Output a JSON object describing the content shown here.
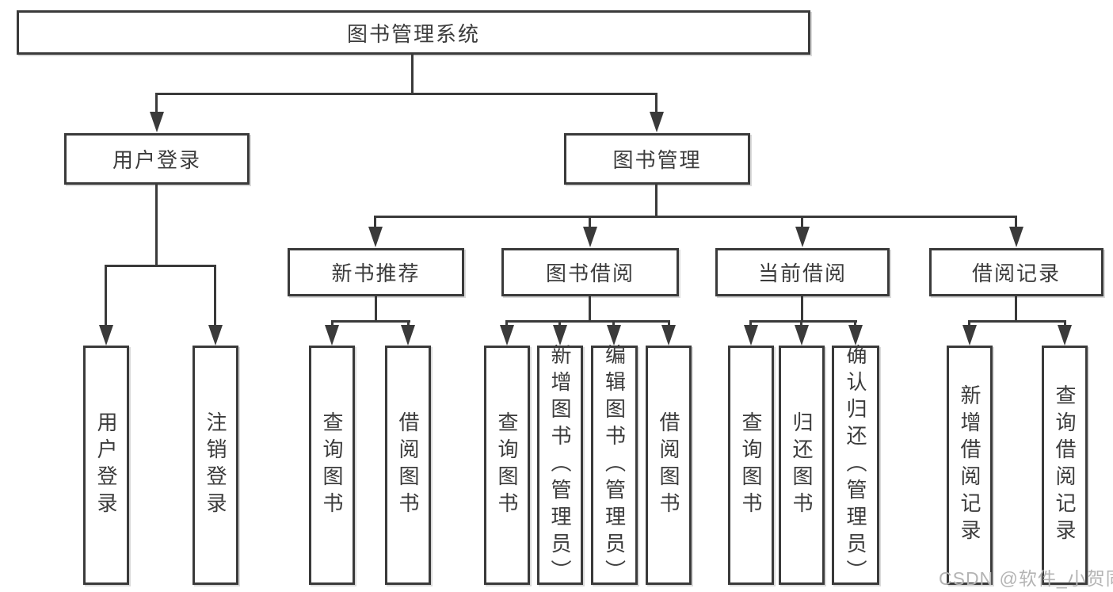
{
  "nodes": {
    "root": "图书管理系统",
    "user_login": "用户登录",
    "book_mgmt": "图书管理",
    "new_book_rec": "新书推荐",
    "book_borrow": "图书借阅",
    "current_borrow": "当前借阅",
    "borrow_record": "借阅记录",
    "leaf_user_login": "用户登录",
    "leaf_logout": "注销登录",
    "leaf_query_book_1": "查询图书",
    "leaf_borrow_book_1": "借阅图书",
    "leaf_query_book_2": "查询图书",
    "leaf_add_book": "新增图书（管理员）",
    "leaf_edit_book": "编辑图书（管理员）",
    "leaf_borrow_book_2": "借阅图书",
    "leaf_query_book_3": "查询图书",
    "leaf_return_book": "归还图书",
    "leaf_confirm_return": "确认归还（管理员）",
    "leaf_add_record": "新增借阅记录",
    "leaf_query_record": "查询借阅记录"
  },
  "watermark": {
    "text": "CSDN @软件_小贺同学"
  },
  "colors": {
    "line": "#3a3a3a",
    "text": "#3c3c3c",
    "watermark": "#b4b4b4",
    "background": "#ffffff"
  }
}
